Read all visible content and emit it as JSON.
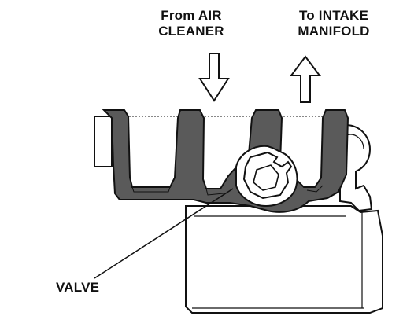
{
  "labels": {
    "from_air_cleaner": [
      "From AIR",
      "CLEANER"
    ],
    "to_intake_manifold": [
      "To INTAKE",
      "MANIFOLD"
    ],
    "valve": "VALVE"
  },
  "colors": {
    "ink": "#111111",
    "housing_fill": "#5a5a5a",
    "background": "#ffffff"
  },
  "icons": {
    "inlet_arrow": "arrow-down-icon",
    "outlet_arrow": "arrow-up-icon"
  }
}
